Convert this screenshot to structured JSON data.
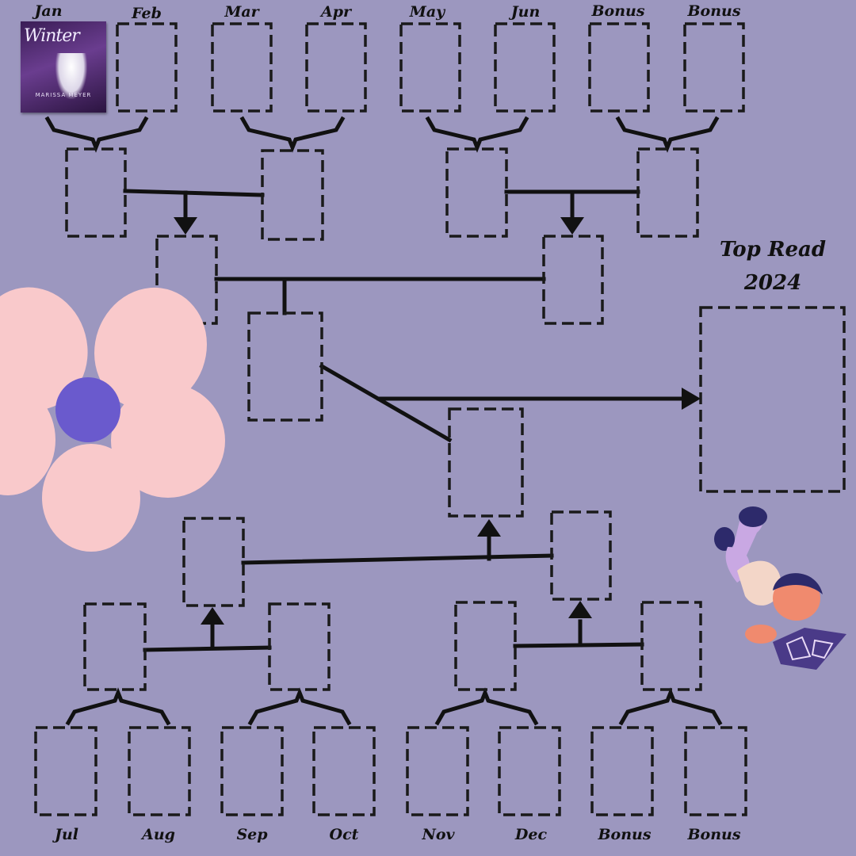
{
  "top_months": [
    "Jan",
    "Feb",
    "Mar",
    "Apr",
    "May",
    "Jun",
    "Bonus",
    "Bonus"
  ],
  "bottom_months": [
    "Jul",
    "Aug",
    "Sep",
    "Oct",
    "Nov",
    "Dec",
    "Bonus",
    "Bonus"
  ],
  "title": {
    "line1": "Top Read",
    "line2": "2024"
  },
  "book_cover": {
    "title": "Winter",
    "author": "MARISSA MEYER"
  },
  "colors": {
    "background": "#9c97bf",
    "box_stroke": "#1a1a1a",
    "line": "#111111",
    "flower_petal": "#f9c9cb",
    "flower_center": "#6a5acd",
    "reader_shirt": "#f3d6c8",
    "reader_pants": "#c9a8e3",
    "reader_hair": "#2d2a6b",
    "reader_skin": "#f08a6e",
    "book": "#4a3a88"
  },
  "icons": [
    "flower-icon",
    "reading-kid-icon",
    "arrow-down-icon",
    "arrow-up-icon",
    "arrow-right-icon"
  ]
}
